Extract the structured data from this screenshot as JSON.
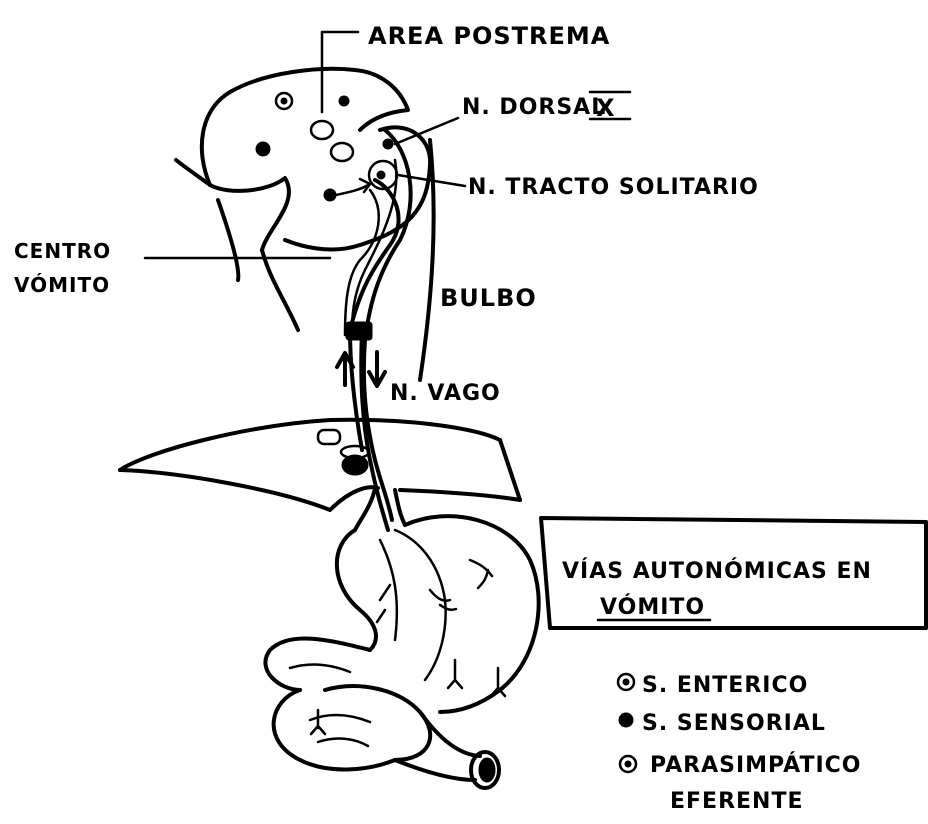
{
  "labels": {
    "area_postrema": "AREA POSTREMA",
    "n_dorsal": "N. DORSAL",
    "n_dorsal_numeral": "X",
    "n_tracto": "N. TRACTO SOLITARIO",
    "centro_line1": "CENTRO",
    "centro_line2": "VÓMITO",
    "bulbo": "BULBO",
    "n_vago": "N. VAGO"
  },
  "title_box": {
    "line1": "VÍAS AUTONÓMICAS EN",
    "line2": "VÓMITO"
  },
  "legend": {
    "items": [
      {
        "label": "S. ENTERICO",
        "marker": "dotted-circle-icon"
      },
      {
        "label": "S. SENSORIAL",
        "marker": "filled-dot-icon"
      },
      {
        "label": "PARASIMPÁTICO",
        "marker": "ring-dot-icon"
      }
    ],
    "continuation": "EFERENTE"
  }
}
